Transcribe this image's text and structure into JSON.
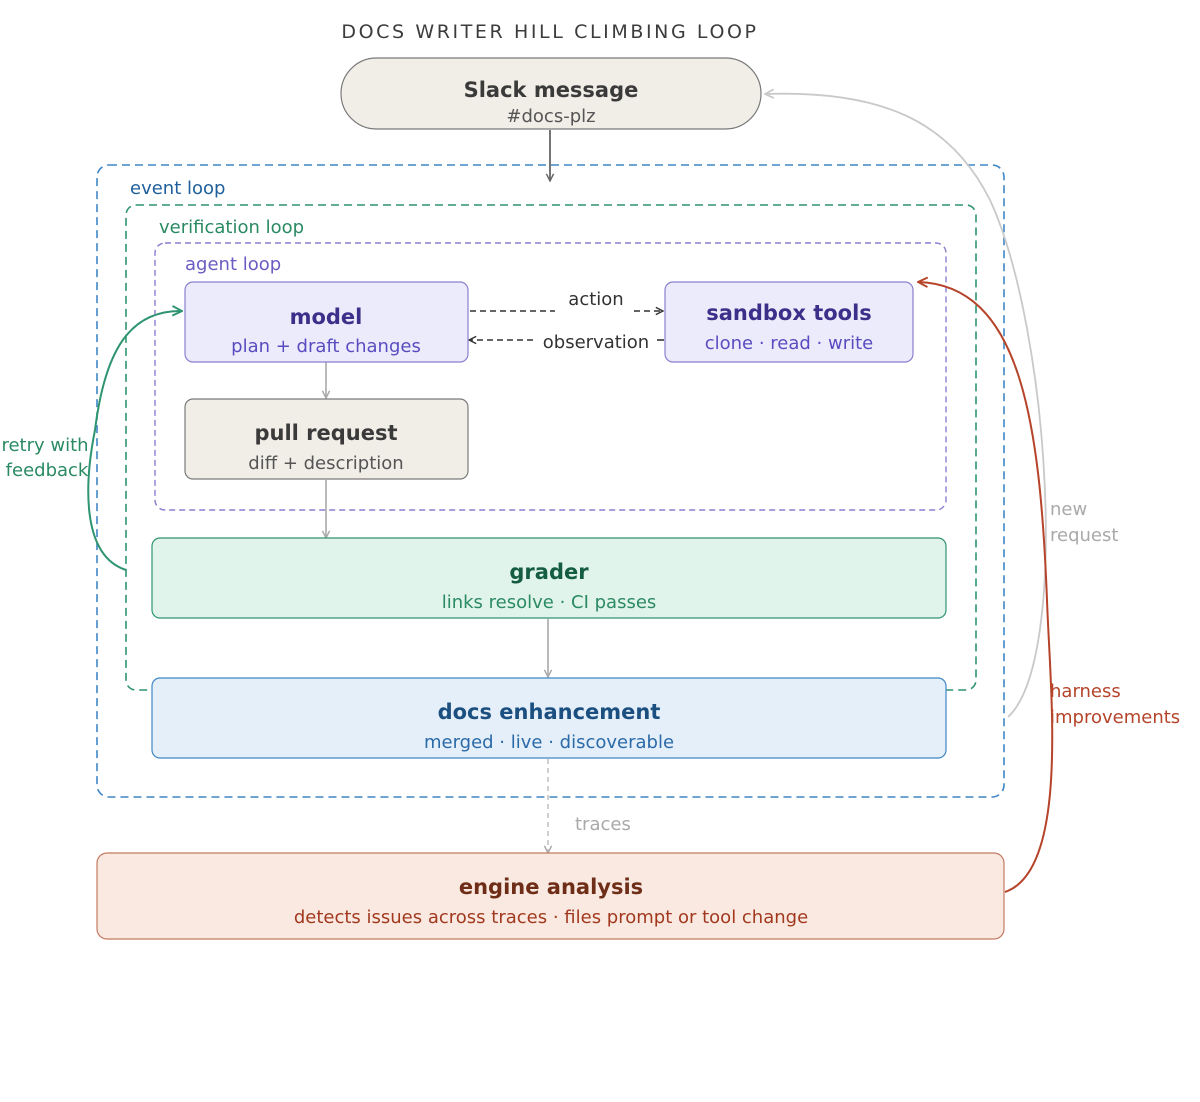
{
  "title": "DOCS WRITER HILL CLIMBING LOOP",
  "nodes": {
    "slack": {
      "title": "Slack message",
      "subtitle": "#docs-plz"
    },
    "model": {
      "title": "model",
      "subtitle": "plan + draft changes"
    },
    "sandbox": {
      "title": "sandbox tools",
      "subtitle": "clone · read · write"
    },
    "pull_request": {
      "title": "pull request",
      "subtitle": "diff + description"
    },
    "grader": {
      "title": "grader",
      "subtitle": "links resolve · CI passes"
    },
    "enhancement": {
      "title": "docs enhancement",
      "subtitle": "merged · live · discoverable"
    },
    "engine": {
      "title": "engine analysis",
      "subtitle": "detects issues across traces · files prompt or tool change"
    }
  },
  "regions": {
    "event_loop": "event loop",
    "verification_loop": "verification loop",
    "agent_loop": "agent loop"
  },
  "edge_labels": {
    "action": "action",
    "observation": "observation",
    "traces": "traces",
    "retry_line1": "retry with",
    "retry_line2": "feedback",
    "new_request_line1": "new",
    "new_request_line2": "request",
    "harness_line1": "harness",
    "harness_line2": "improvements"
  },
  "colors": {
    "event_loop": "#3f86c4",
    "verification_loop": "#2f9470",
    "agent_loop": "#8a7fd0",
    "neutral_fill": "#f1eee8",
    "model_fill": "#ecebfb",
    "grader_fill": "#e1f4ec",
    "enhancement_fill": "#e5eff9",
    "engine_fill": "#f9e9e1",
    "harness": "#b5442a",
    "new_request": "#c9c9c9"
  }
}
